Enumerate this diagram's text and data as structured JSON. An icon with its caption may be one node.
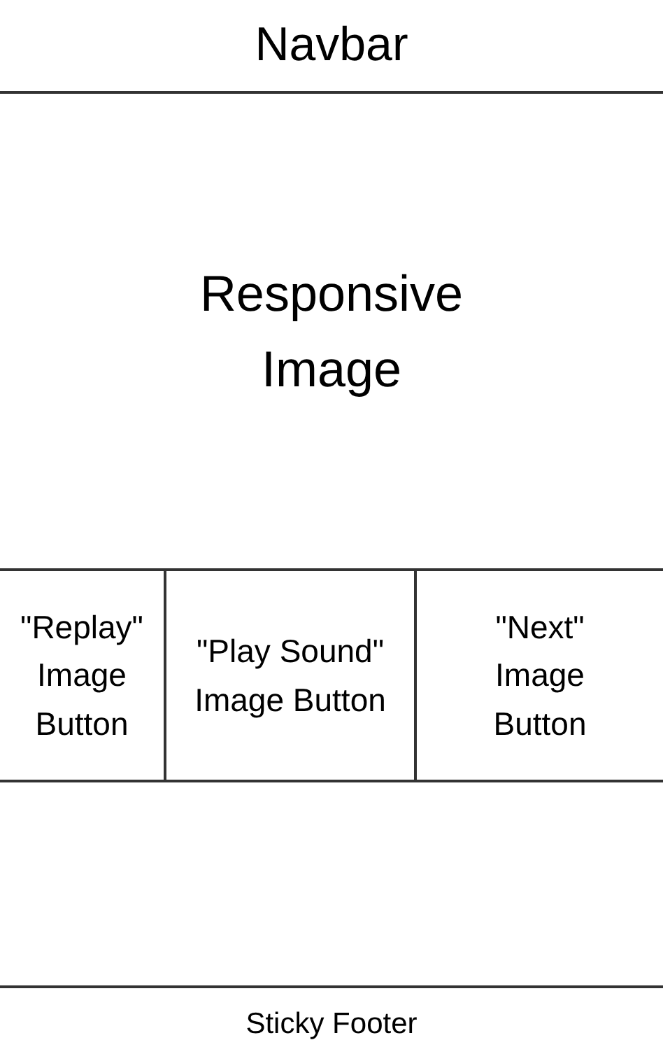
{
  "diagram": {
    "nodes": [
      {
        "text": [
          "Navbar"
        ]
      },
      {
        "text": [
          "Responsive Image"
        ]
      },
      {
        "text": [
          "\"Replay\" Image Button"
        ]
      },
      {
        "text": [
          "\"Play Sound\" Image Button"
        ]
      },
      {
        "text": [
          "\"Next\" Image Button"
        ]
      },
      {
        "text": [
          "Sticky Footer"
        ]
      }
    ]
  }
}
